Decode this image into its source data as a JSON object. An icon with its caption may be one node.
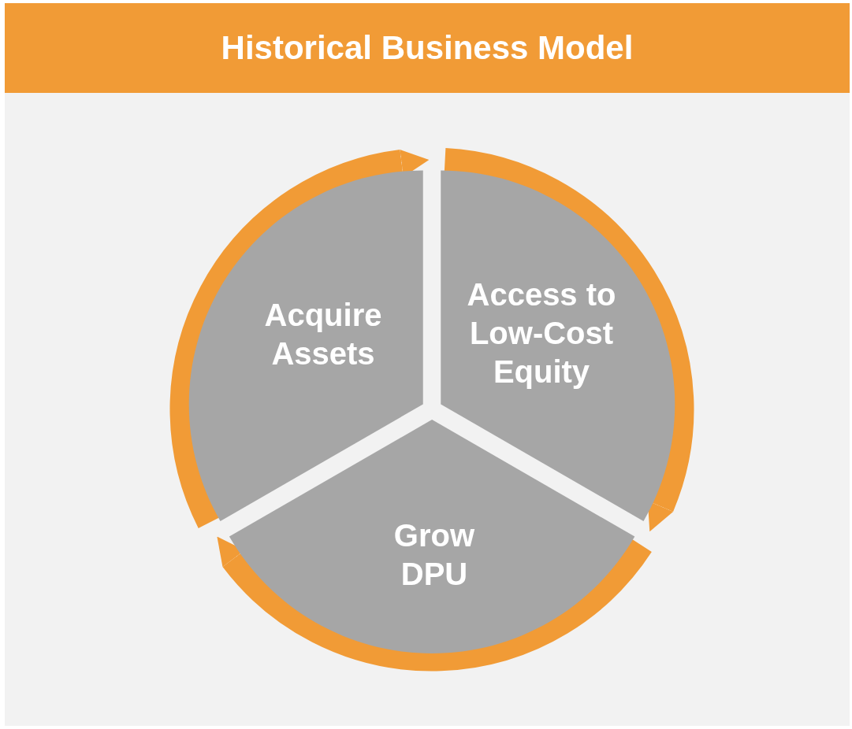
{
  "diagram": {
    "title": "Historical Business Model",
    "nodes": [
      {
        "text": [
          "Acquire Assets"
        ]
      },
      {
        "text": [
          "Access to Low-Cost Equity"
        ]
      },
      {
        "text": [
          "Grow DPU"
        ]
      }
    ],
    "edges": [
      {
        "from": 0,
        "to": 1,
        "arrow": "to"
      },
      {
        "from": 1,
        "to": 2,
        "arrow": "to"
      },
      {
        "from": 2,
        "to": 0,
        "arrow": "to"
      }
    ]
  }
}
